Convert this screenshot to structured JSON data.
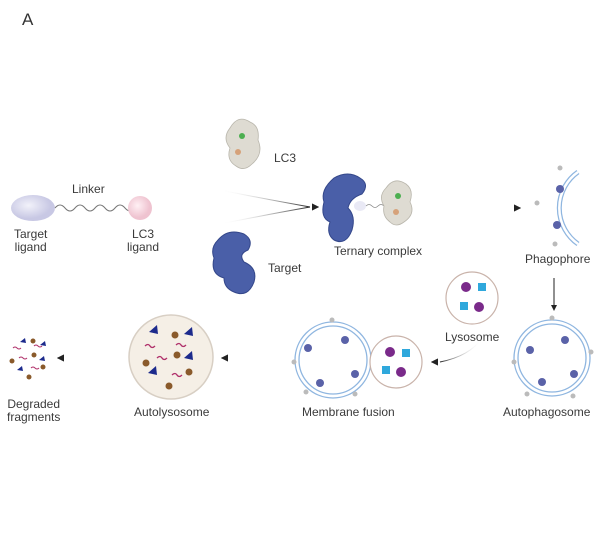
{
  "panel_label": "A",
  "labels": {
    "linker": "Linker",
    "target_ligand_1": "Target",
    "target_ligand_2": "ligand",
    "lc3_ligand_1": "LC3",
    "lc3_ligand_2": "ligand",
    "lc3": "LC3",
    "target": "Target",
    "ternary_complex": "Ternary complex",
    "phagophore": "Phagophore",
    "lysosome": "Lysosome",
    "autophagosome": "Autophagosome",
    "membrane_fusion": "Membrane fusion",
    "autolysosome": "Autolysosome",
    "degraded_1": "Degraded",
    "degraded_2": "fragments"
  },
  "colors": {
    "target_ligand": "#dcdcf0",
    "lc3_ligand": "#f7d9e2",
    "target_protein": "#4a5fa8",
    "lc3_protein": "#d9d6cc",
    "membrane": "#8fb6e0",
    "lysosome_border": "#c9b3aa",
    "autolysosome_fill": "#f5efe6",
    "enzyme_purple": "#7a2a8a",
    "enzyme_cyan": "#2fa8dc",
    "fragment_brown": "#8a5a2b",
    "fragment_blue": "#1c2a8c",
    "fragment_pink": "#b0306a"
  }
}
